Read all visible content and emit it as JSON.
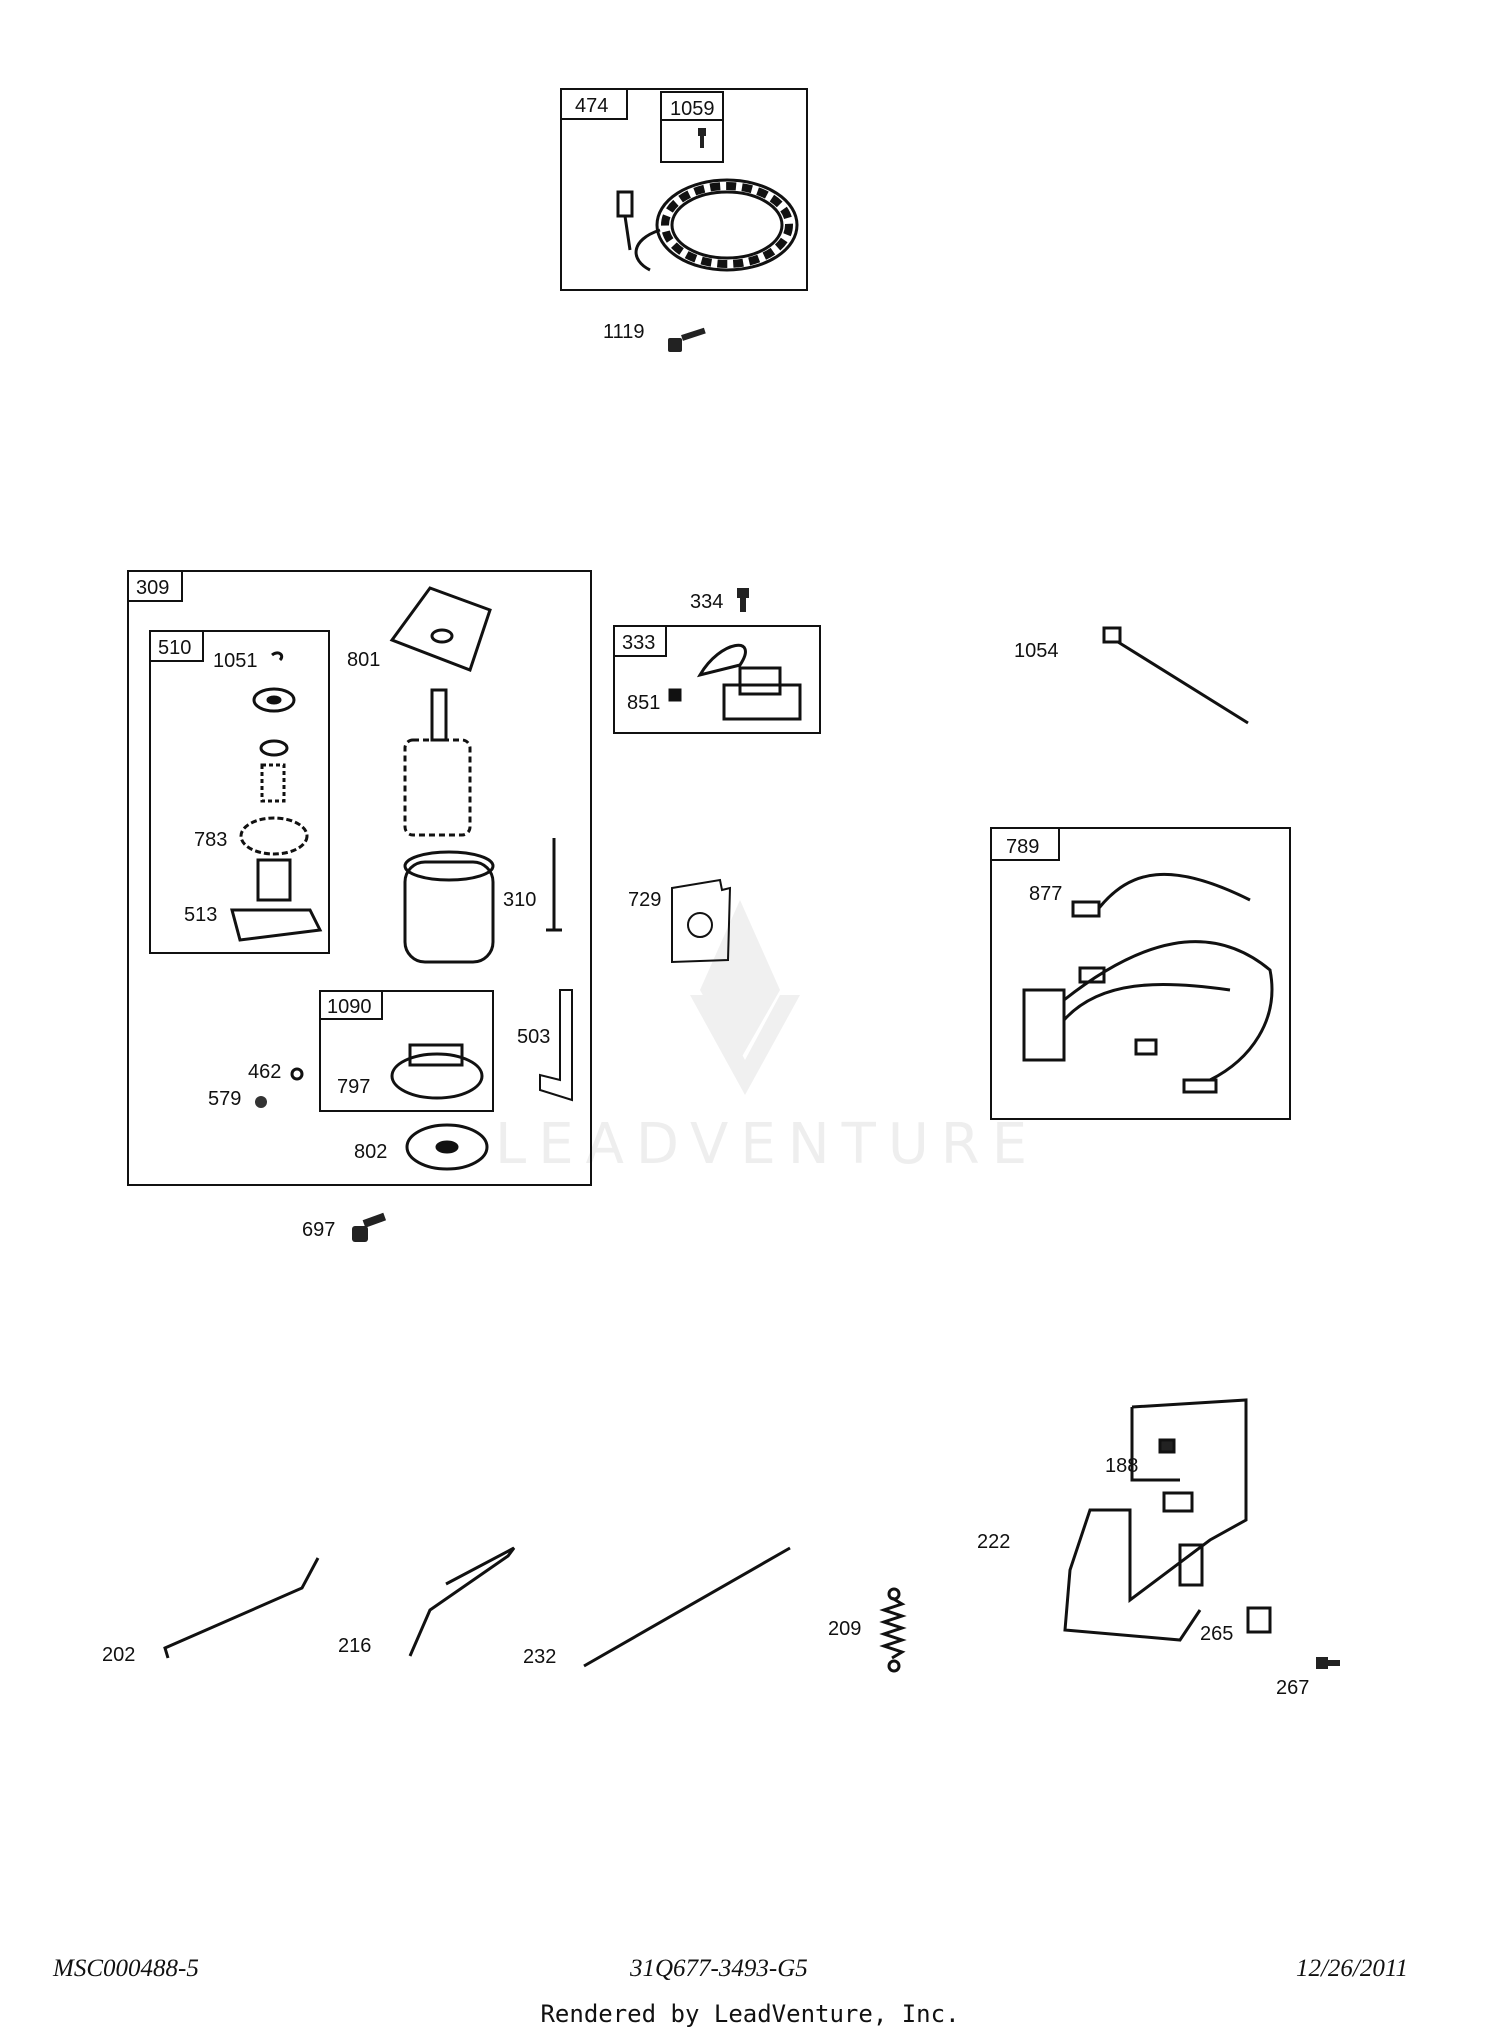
{
  "part_boxes": [
    {
      "label": "474"
    },
    {
      "label": "1059"
    },
    {
      "label": "309"
    },
    {
      "label": "510"
    },
    {
      "label": "1090"
    },
    {
      "label": "333"
    },
    {
      "label": "789"
    }
  ],
  "callouts": {
    "c1119": "1119",
    "c1051": "1051",
    "c801": "801",
    "c783": "783",
    "c513": "513",
    "c310": "310",
    "c462": "462",
    "c797": "797",
    "c579": "579",
    "c503": "503",
    "c802": "802",
    "c697": "697",
    "c334": "334",
    "c851": "851",
    "c729": "729",
    "c1054": "1054",
    "c877": "877",
    "c188": "188",
    "c222": "222",
    "c202": "202",
    "c216": "216",
    "c232": "232",
    "c209": "209",
    "c265": "265",
    "c267": "267"
  },
  "watermark": "LEADVENTURE",
  "footer": {
    "left": "MSC000488-5",
    "center": "31Q677-3493-G5",
    "right": "12/26/2011",
    "rendered_by": "Rendered by LeadVenture, Inc."
  }
}
